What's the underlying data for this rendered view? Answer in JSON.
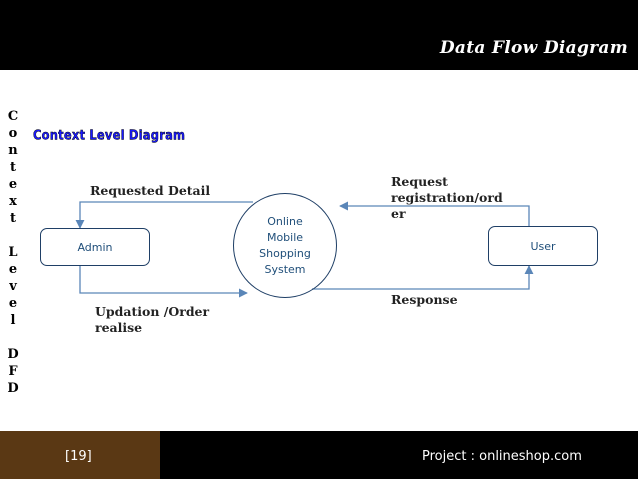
{
  "header": {
    "title": "Data Flow Diagram"
  },
  "side_label": {
    "letters": [
      "C",
      "o",
      "n",
      "t",
      "e",
      "x",
      "t",
      " ",
      "L",
      "e",
      "v",
      "e",
      "l",
      " ",
      "D",
      "F",
      "D"
    ]
  },
  "diagram": {
    "subtitle": "Context Level Diagram",
    "admin": "Admin",
    "user": "User",
    "process": {
      "line1": "Online",
      "line2": "Mobile",
      "line3": "Shopping",
      "line4": "System"
    },
    "flows": {
      "requested_detail": "Requested Detail",
      "updation_line1": "Updation /Order",
      "updation_line2": "realise",
      "request_line1": "Request",
      "request_line2": "registration/ord",
      "request_line3": "er",
      "response": "Response"
    }
  },
  "footer": {
    "page": "[19]",
    "project": "Project : onlineshop.com"
  },
  "colors": {
    "bar": "#000000",
    "footer_accent": "#5a3814",
    "shape_stroke": "#1f3f66",
    "shape_text": "#1f4e79",
    "arrow": "#5a86b8"
  }
}
